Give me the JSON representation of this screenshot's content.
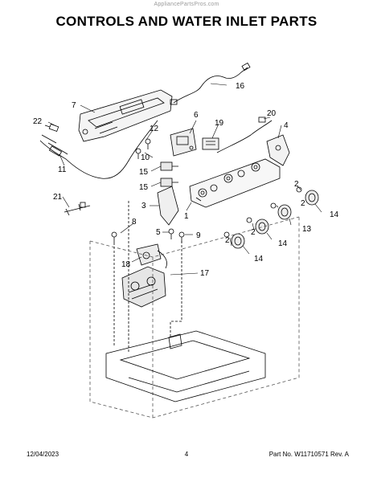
{
  "watermark": "AppliancePartsPros.com",
  "title": "CONTROLS AND WATER INLET PARTS",
  "callouts": {
    "c1": "1",
    "c2a": "2",
    "c2b": "2",
    "c2c": "2",
    "c2d": "2",
    "c3": "3",
    "c4": "4",
    "c5": "5",
    "c6": "6",
    "c7": "7",
    "c8": "8",
    "c9": "9",
    "c10": "10",
    "c11": "11",
    "c12": "12",
    "c13": "13",
    "c14a": "14",
    "c14b": "14",
    "c14c": "14",
    "c15a": "15",
    "c15b": "15",
    "c16": "16",
    "c17": "17",
    "c18": "18",
    "c19": "19",
    "c20": "20",
    "c21": "21",
    "c22": "22"
  },
  "footer": {
    "date": "12/04/2023",
    "page": "4",
    "part": "Part No. W11710571  Rev. A"
  }
}
